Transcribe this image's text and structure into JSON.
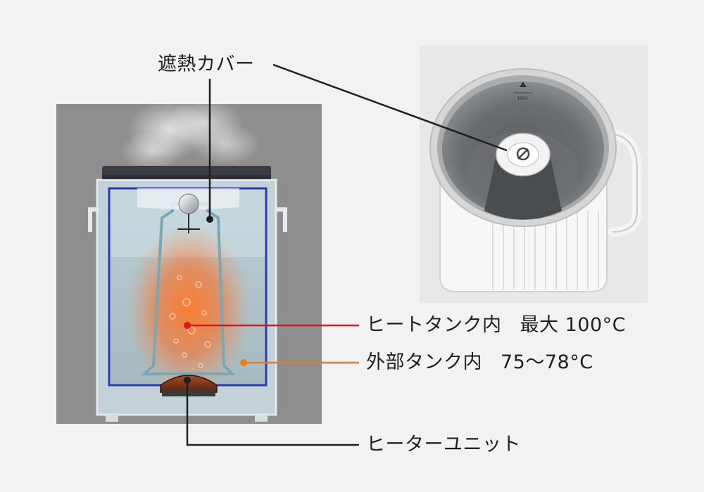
{
  "labels": {
    "heat_cover": "遮熱カバー",
    "heat_tank": {
      "name": "ヒートタンク内",
      "value": "最大 100°C"
    },
    "outer_tank": {
      "name": "外部タンク内",
      "value": "75〜78°C"
    },
    "heater_unit": "ヒーターユニット"
  },
  "product_photo": {
    "max_mark": "MAX"
  },
  "colors": {
    "background": "#f2f2f2",
    "heat_tank_line": "#e0141e",
    "outer_tank_line": "#ee7a1e",
    "leader_line": "#1f1f1f",
    "heat_glow": "#ff6a20"
  }
}
